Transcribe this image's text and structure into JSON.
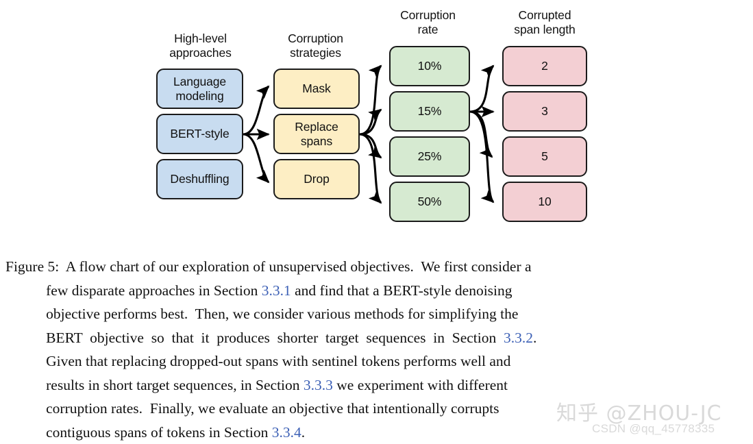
{
  "figure": {
    "columns": [
      {
        "id": "high-level-approaches",
        "header": "High-level\napproaches"
      },
      {
        "id": "corruption-strategies",
        "header": "Corruption\nstrategies"
      },
      {
        "id": "corruption-rate",
        "header": "Corruption\nrate"
      },
      {
        "id": "corrupted-span-length",
        "header": "Corrupted\nspan length"
      }
    ],
    "nodes": {
      "approaches": [
        {
          "id": "language-modeling",
          "label": "Language\nmodeling"
        },
        {
          "id": "bert-style",
          "label": "BERT-style"
        },
        {
          "id": "deshuffling",
          "label": "Deshuffling"
        }
      ],
      "strategies": [
        {
          "id": "mask",
          "label": "Mask"
        },
        {
          "id": "replace-spans",
          "label": "Replace\nspans"
        },
        {
          "id": "drop",
          "label": "Drop"
        }
      ],
      "rates": [
        {
          "id": "rate-10",
          "label": "10%"
        },
        {
          "id": "rate-15",
          "label": "15%"
        },
        {
          "id": "rate-25",
          "label": "25%"
        },
        {
          "id": "rate-50",
          "label": "50%"
        }
      ],
      "span_lengths": [
        {
          "id": "span-2",
          "label": "2"
        },
        {
          "id": "span-3",
          "label": "3"
        },
        {
          "id": "span-5",
          "label": "5"
        },
        {
          "id": "span-10",
          "label": "10"
        }
      ]
    },
    "colors": {
      "approaches_fill": "#c8dcf0",
      "strategies_fill": "#fdeec4",
      "rates_fill": "#d6ead1",
      "span_lengths_fill": "#f3cfd3",
      "border": "#1a1a1a",
      "arrow": "#000000",
      "background": "#ffffff"
    }
  },
  "caption": {
    "label": "Figure 5:",
    "lines": [
      [
        {
          "t": "Figure 5:",
          "k": "lbl"
        },
        {
          "t": "  A flow chart of our exploration of unsupervised objectives.  We first consider a",
          "k": "p"
        }
      ],
      [
        {
          "t": "           few disparate approaches in Section ",
          "k": "p"
        },
        {
          "t": "3.3.1",
          "k": "x"
        },
        {
          "t": " and find that a BERT-style denoising",
          "k": "p"
        }
      ],
      [
        {
          "t": "           objective performs best.  Then, we consider various methods for simplifying the",
          "k": "p"
        }
      ],
      [
        {
          "t": "           BERT  objective  so  that  it  produces  shorter  target  sequences  in  Section  ",
          "k": "p"
        },
        {
          "t": "3.3.2",
          "k": "x"
        },
        {
          "t": ".",
          "k": "p"
        }
      ],
      [
        {
          "t": "           Given that replacing dropped-out spans with sentinel tokens performs well and",
          "k": "p"
        }
      ],
      [
        {
          "t": "           results in short target sequences, in Section ",
          "k": "p"
        },
        {
          "t": "3.3.3",
          "k": "x"
        },
        {
          "t": " we experiment with different",
          "k": "p"
        }
      ],
      [
        {
          "t": "           corruption rates.  Finally, we evaluate an objective that intentionally corrupts",
          "k": "p"
        }
      ],
      [
        {
          "t": "           contiguous spans of tokens in Section ",
          "k": "p"
        },
        {
          "t": "3.3.4",
          "k": "x"
        },
        {
          "t": ".",
          "k": "p"
        }
      ]
    ],
    "xref_color": "#3b5fb5"
  },
  "watermarks": {
    "zhihu": "知乎 @ZHOU-JC",
    "csdn": "CSDN @qq_45778335"
  }
}
